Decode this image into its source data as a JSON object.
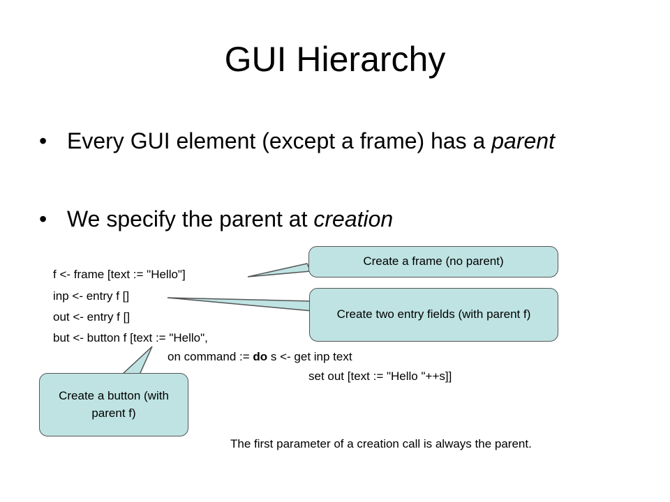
{
  "slide": {
    "title": "GUI Hierarchy",
    "bullets": [
      {
        "text_a": "Every GUI element (except a frame) has a ",
        "emph": "parent"
      },
      {
        "text_a": "We specify the parent at ",
        "emph": "creation"
      }
    ],
    "bullet_glyph": "•"
  },
  "code": {
    "line1": "f <- frame [text := \"Hello\"]",
    "line2": "inp <- entry f []",
    "line3": "out <- entry f []",
    "line4": "but <- button f [text := \"Hello\",",
    "line5_a": "on command := ",
    "line5_kw": "do",
    "line5_b": " s <- get inp text",
    "line6": "set out [text := \"Hello \"++s]]"
  },
  "callouts": {
    "frame": "Create a frame (no parent)",
    "entries": "Create two entry fields (with parent f)",
    "button": "Create a button (with parent f)"
  },
  "note": "The first parameter of a creation call is always the parent.",
  "colors": {
    "callout_fill": "#bfe3e3",
    "callout_border": "#555555"
  }
}
